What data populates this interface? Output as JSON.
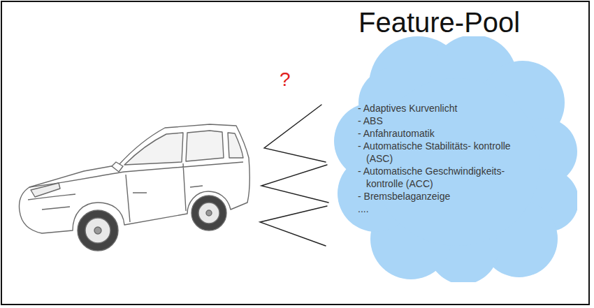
{
  "diagram": {
    "title": "Feature-Pool",
    "nodes": [
      {
        "text": [
          "- Adaptives Kurvenlicht",
          "- ABS",
          "- Anfahrautomatik",
          "- Automatische Stabilitäts- kontrolle (ASC)",
          "- Automatische Geschwindigkeits- kontrolle (ACC)",
          "- Bremsbelaganzeige",
          "...."
        ]
      }
    ],
    "labels": [
      "?"
    ]
  }
}
